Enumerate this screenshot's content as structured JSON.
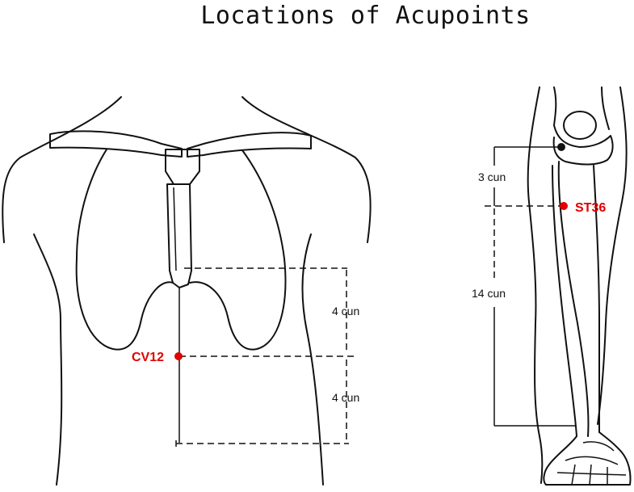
{
  "title": "Locations of Acupoints",
  "points": {
    "cv12": {
      "label": "CV12",
      "color": "#e00000"
    },
    "st36": {
      "label": "ST36",
      "color": "#e00000"
    }
  },
  "torso_measures": {
    "upper": "4 cun",
    "lower": "4 cun"
  },
  "leg_measures": {
    "upper": "3 cun",
    "lower": "14 cun"
  },
  "colors": {
    "line": "#111111",
    "marker": "#e00000",
    "knee_marker": "#111111"
  }
}
